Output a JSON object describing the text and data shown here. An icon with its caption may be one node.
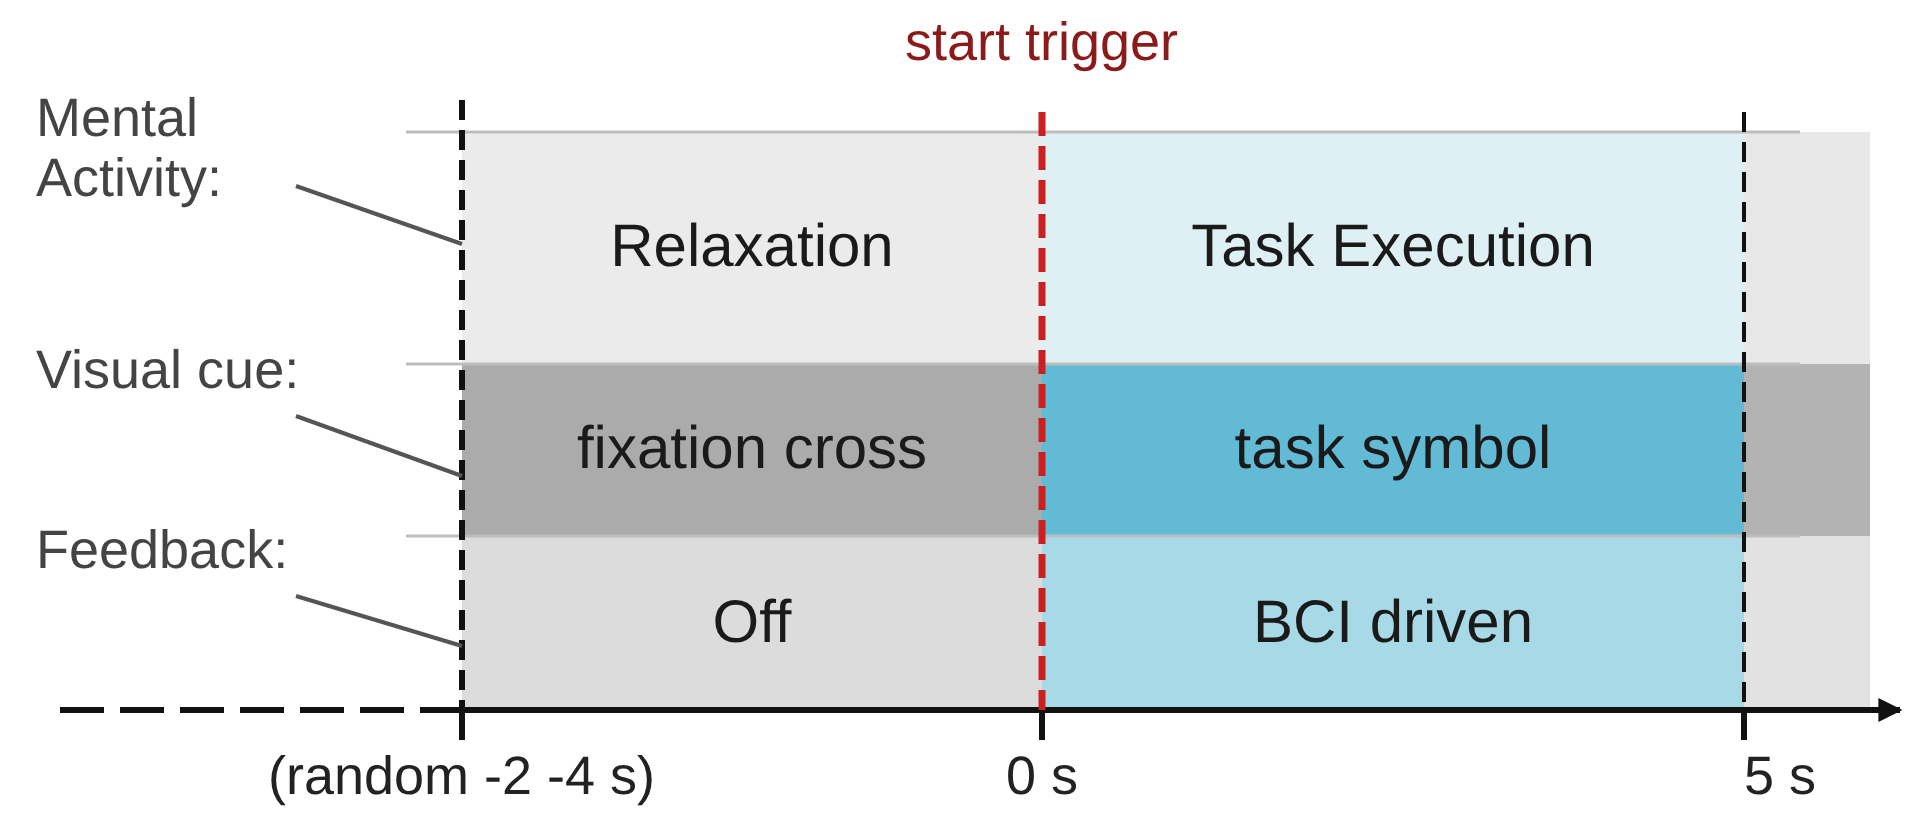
{
  "diagram": {
    "nodes": [
      {
        "text": [
          "Mental Activity:"
        ]
      },
      {
        "text": [
          "Relaxation"
        ]
      },
      {
        "text": [
          "Task Execution"
        ]
      },
      {
        "text": [],
        "shape": "box"
      },
      {
        "text": [
          "Visual cue:"
        ]
      },
      {
        "text": [
          "fixation cross"
        ]
      },
      {
        "text": [
          "task symbol"
        ]
      },
      {
        "text": [],
        "shape": "box"
      },
      {
        "text": [
          "Feedback:"
        ]
      },
      {
        "text": [
          "Off"
        ]
      },
      {
        "text": [
          "BCI driven"
        ]
      },
      {
        "text": [],
        "shape": "box"
      }
    ],
    "edges": [
      {
        "from": 0,
        "to": 1,
        "arrow": "none"
      },
      {
        "from": 4,
        "to": 5,
        "arrow": "none"
      },
      {
        "from": 8,
        "to": 9,
        "arrow": "none"
      }
    ],
    "labels": [
      "start trigger",
      "(random -2 -4 s)",
      "0 s",
      "5 s"
    ]
  }
}
